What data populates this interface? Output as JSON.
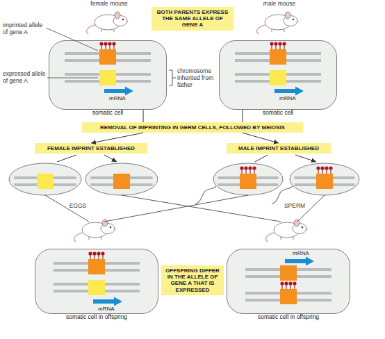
{
  "diagram": {
    "nodes": [
      {
        "text": [
          "BOTH PARENTS EXPRESS THE SAME ALLELE OF GENE A"
        ]
      },
      {
        "text": [
          "mRNA",
          "somatic cell"
        ]
      },
      {
        "text": [
          "mRNA",
          "somatic cell"
        ]
      },
      {
        "text": [
          "REMOVAL OF IMPRINTING IN GERM CELLS, FOLLOWED BY MEIOSIS"
        ]
      },
      {
        "text": [
          "FEMALE IMPRINT ESTABLISHED"
        ]
      },
      {
        "text": [
          "MALE IMPRINT ESTABLISHED"
        ]
      },
      {
        "text": [
          "mRNA",
          "somatic cell in offspring"
        ]
      },
      {
        "text": [
          "OFFSPRING DIFFER IN THE ALLELE OF GENE A THAT IS EXPRESSED"
        ]
      },
      {
        "text": [
          "mRNA",
          "somatic cell in offspring"
        ]
      }
    ],
    "edges": [
      {
        "from": 1,
        "to": 3,
        "arrow": "none"
      },
      {
        "from": 2,
        "to": 3,
        "arrow": "none"
      },
      {
        "from": 3,
        "to": 4,
        "arrow": "to"
      },
      {
        "from": 3,
        "to": 5,
        "arrow": "to"
      }
    ],
    "labels": [
      "female mouse",
      "male mouse",
      "imprinted allele of gene A",
      "expressed allele of gene A",
      "chromosome inherited from father",
      "EGGS",
      "SPERM"
    ]
  }
}
